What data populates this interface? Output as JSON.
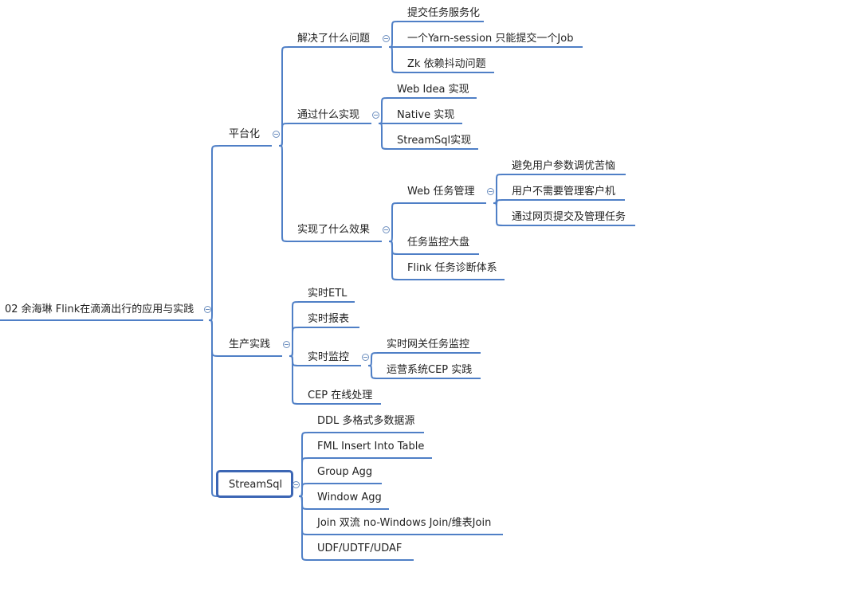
{
  "root": "02 余海琳 Flink在滴滴出行的应用与实践",
  "branches": [
    {
      "label": "平台化",
      "children": [
        {
          "label": "解决了什么问题",
          "children": [
            {
              "label": "提交任务服务化"
            },
            {
              "label": "一个Yarn-session 只能提交一个Job"
            },
            {
              "label": "Zk 依赖抖动问题"
            }
          ]
        },
        {
          "label": "通过什么实现",
          "children": [
            {
              "label": "Web Idea 实现"
            },
            {
              "label": "Native 实现"
            },
            {
              "label": "StreamSql实现"
            }
          ]
        },
        {
          "label": "实现了什么效果",
          "children": [
            {
              "label": "Web 任务管理",
              "children": [
                {
                  "label": "避免用户参数调优苦恼"
                },
                {
                  "label": "用户不需要管理客户机"
                },
                {
                  "label": "通过网页提交及管理任务"
                }
              ]
            },
            {
              "label": "任务监控大盘"
            },
            {
              "label": "Flink 任务诊断体系"
            }
          ]
        }
      ]
    },
    {
      "label": "生产实践",
      "children": [
        {
          "label": "实时ETL"
        },
        {
          "label": "实时报表"
        },
        {
          "label": "实时监控",
          "children": [
            {
              "label": "实时网关任务监控"
            },
            {
              "label": "运营系统CEP 实践"
            }
          ]
        },
        {
          "label": "CEP 在线处理"
        }
      ]
    },
    {
      "label": "StreamSql",
      "selected": true,
      "children": [
        {
          "label": "DDL 多格式多数据源"
        },
        {
          "label": "FML Insert Into Table"
        },
        {
          "label": "Group Agg"
        },
        {
          "label": "Window Agg"
        },
        {
          "label": "Join 双流 no-Windows Join/维表Join"
        },
        {
          "label": "UDF/UDTF/UDAF"
        }
      ]
    }
  ],
  "colors": {
    "line": "#4f7fc6",
    "toggle": "#6d8fbf",
    "selection": "#3c66b4",
    "text": "#222222"
  }
}
